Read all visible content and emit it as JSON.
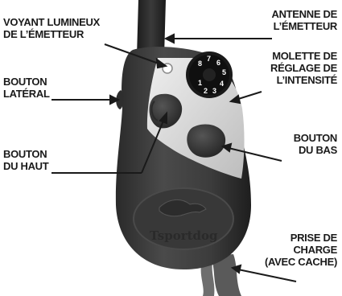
{
  "labels": {
    "voyant": [
      "VOYANT LUMINEUX",
      "DE L’ÉMETTEUR"
    ],
    "antenne": [
      "ANTENNE DE",
      "L’ÉMETTEUR"
    ],
    "molette": [
      "MOLETTE DE",
      "RÉGLAGE DE",
      "L’INTENSITÉ"
    ],
    "lateral": [
      "BOUTON",
      "LATÉRAL"
    ],
    "haut": [
      "BOUTON",
      "DU HAUT"
    ],
    "bas": [
      "BOUTON",
      "DU BAS"
    ],
    "prise": [
      "PRISE DE",
      "CHARGE",
      "(AVEC CACHE)"
    ]
  },
  "dial_numbers": [
    "1",
    "2",
    "3",
    "4",
    "5",
    "6",
    "7",
    "8"
  ],
  "logo_text": "Tsportdog",
  "colors": {
    "body_dark": "#3a3a3a",
    "faceplate": "#dcdcdc",
    "dial": "#111111",
    "text": "#1a1a1a"
  }
}
